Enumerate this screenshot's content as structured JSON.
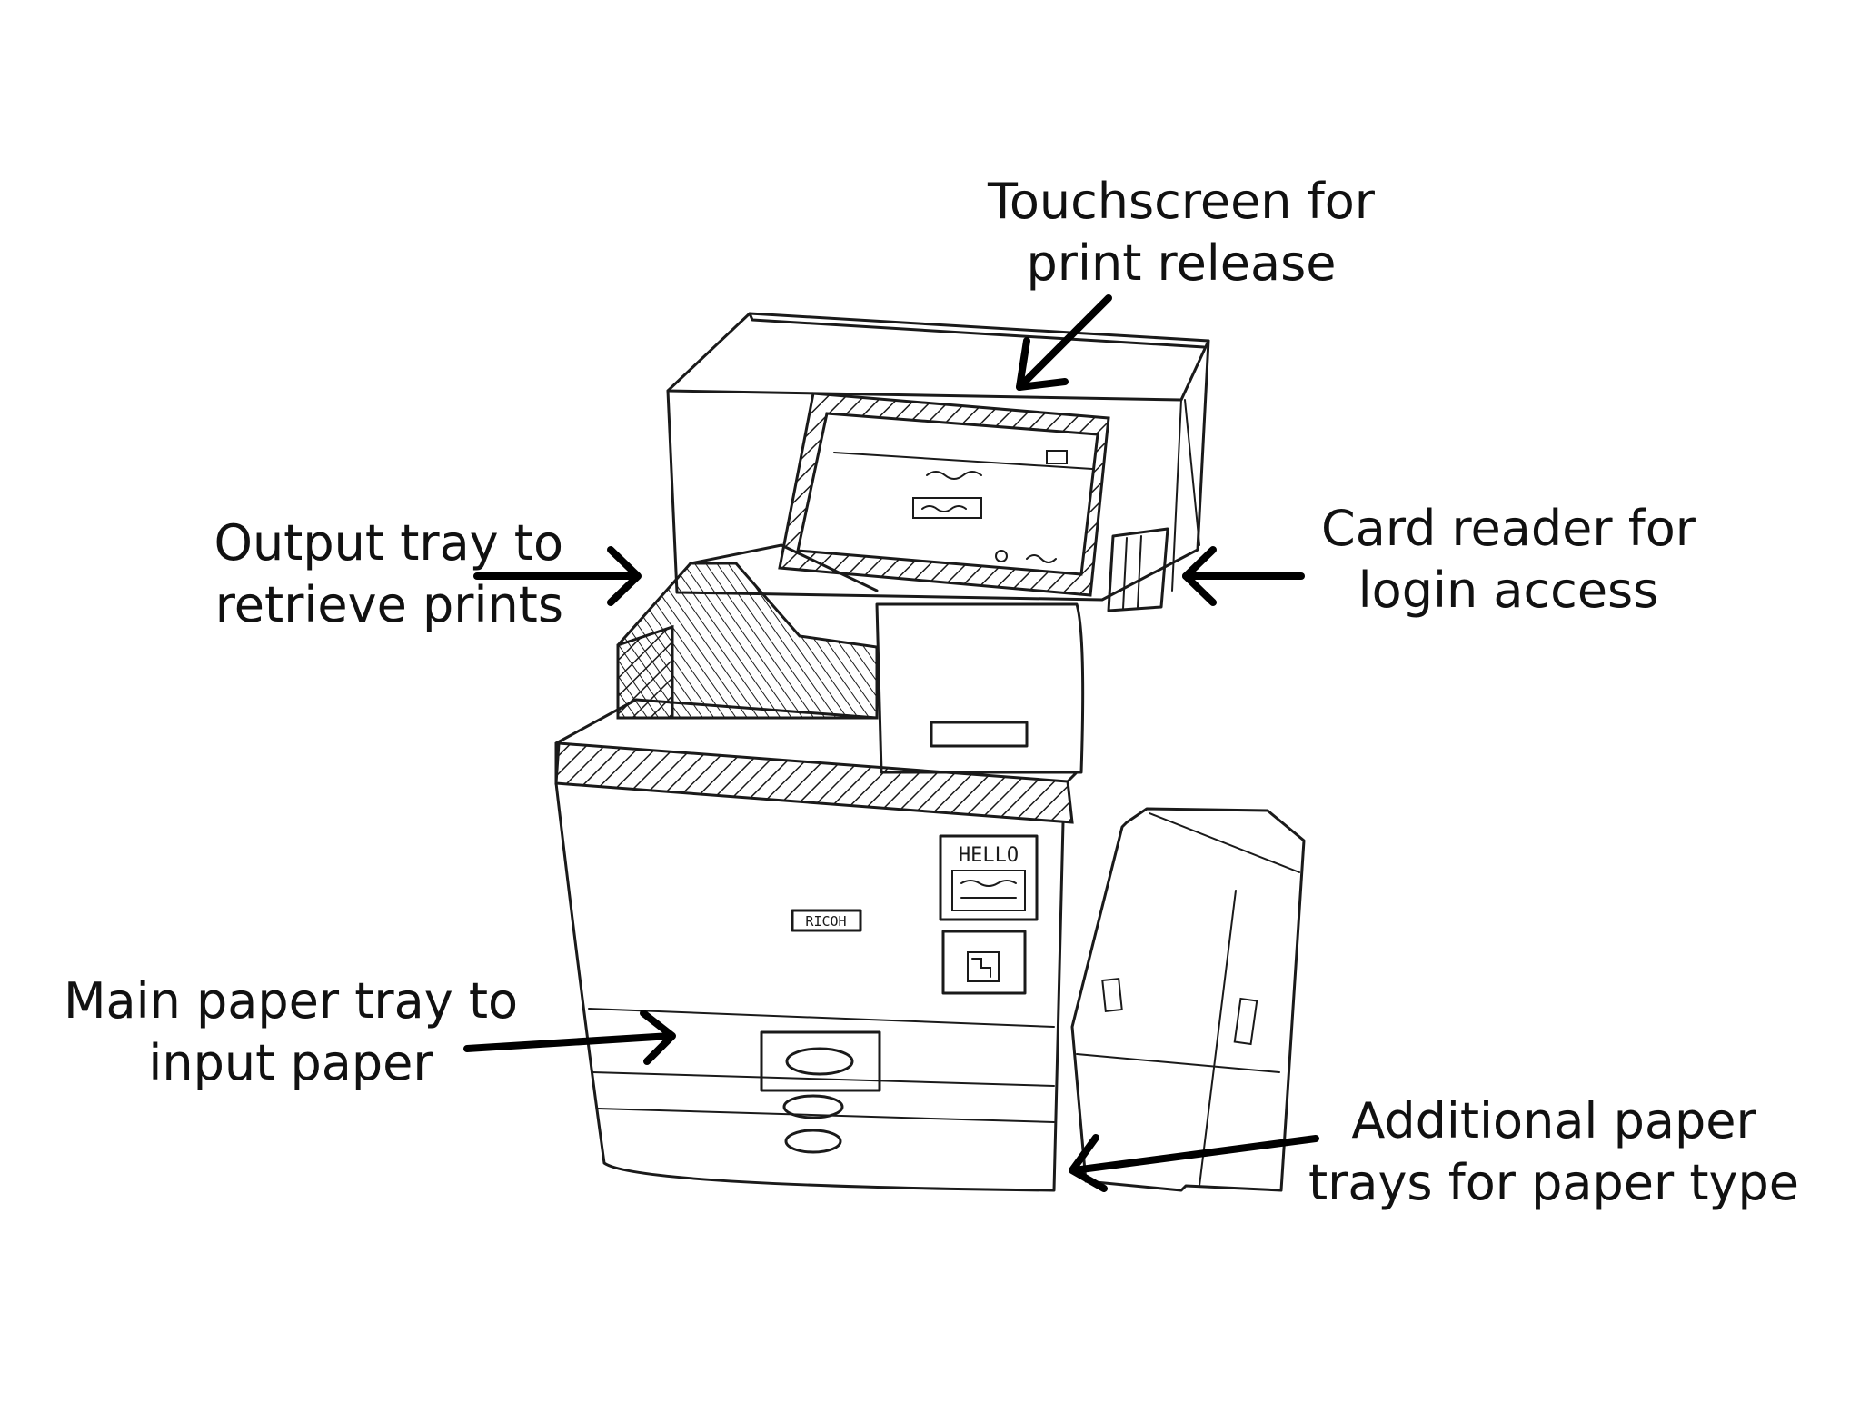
{
  "title": "",
  "callouts": {
    "touchscreen": {
      "line1": "Touchscreen for",
      "line2": "print release"
    },
    "card_reader": {
      "line1": "Card reader for",
      "line2": "login access"
    },
    "output_tray": {
      "line1": "Output tray to",
      "line2": "retrieve prints"
    },
    "main_paper_tray": {
      "line1": "Main paper tray to",
      "line2": "input paper"
    },
    "additional_trays": {
      "line1": "Additional paper",
      "line2": "trays for paper type"
    }
  },
  "printer_markings": {
    "brand_logo": "RICOH",
    "sticker": "HELLO"
  },
  "colors": {
    "ink": "#1a1a1a",
    "arrow": "#000000",
    "background": "#ffffff"
  }
}
